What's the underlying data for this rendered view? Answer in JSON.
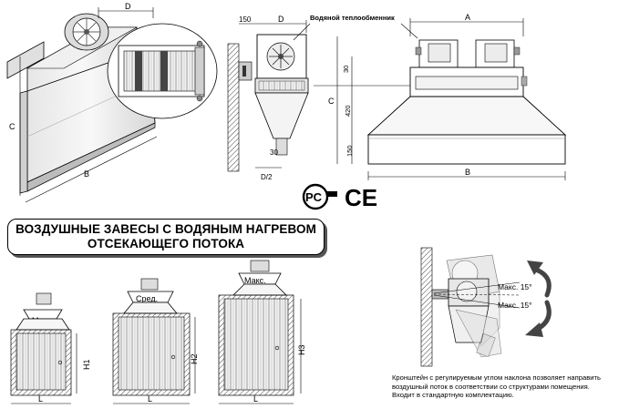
{
  "title": {
    "line1": "ВОЗДУШНЫЕ ЗАВЕСЫ С ВОДЯНЫМ НАГРЕВОМ",
    "line2": "ОТСЕКАЮЩЕГО ПОТОКА"
  },
  "iso_view": {
    "dim_d": "D",
    "dim_c": "C",
    "dim_b": "B"
  },
  "side_view": {
    "dim_150": "150",
    "dim_d": "D",
    "dim_30": "30",
    "dim_d2": "D/2",
    "heat_exchanger_label": "Водяной теплообменник"
  },
  "front_view": {
    "dim_a": "A",
    "dim_c": "C",
    "dim_30": "30",
    "dim_420": "420",
    "dim_150": "150",
    "dim_b": "B"
  },
  "certification": {
    "gost_mark": "PC",
    "ce_mark": "CE"
  },
  "sizes": [
    {
      "tag": "Мин.",
      "height_label": "H1",
      "width_label": "L"
    },
    {
      "tag": "Сред.",
      "height_label": "H2",
      "width_label": "L"
    },
    {
      "tag": "Макс.",
      "height_label": "H3",
      "width_label": "L"
    }
  ],
  "bracket": {
    "angle_up": "Макс. 15°",
    "angle_down": "Макс. 15°",
    "caption_lines": [
      "Кронштейн с регулируемым углом наклона позволяет направить",
      "воздушный поток в соответствии со структурами помещения.",
      "Входит в стандартную комплектацию."
    ]
  }
}
